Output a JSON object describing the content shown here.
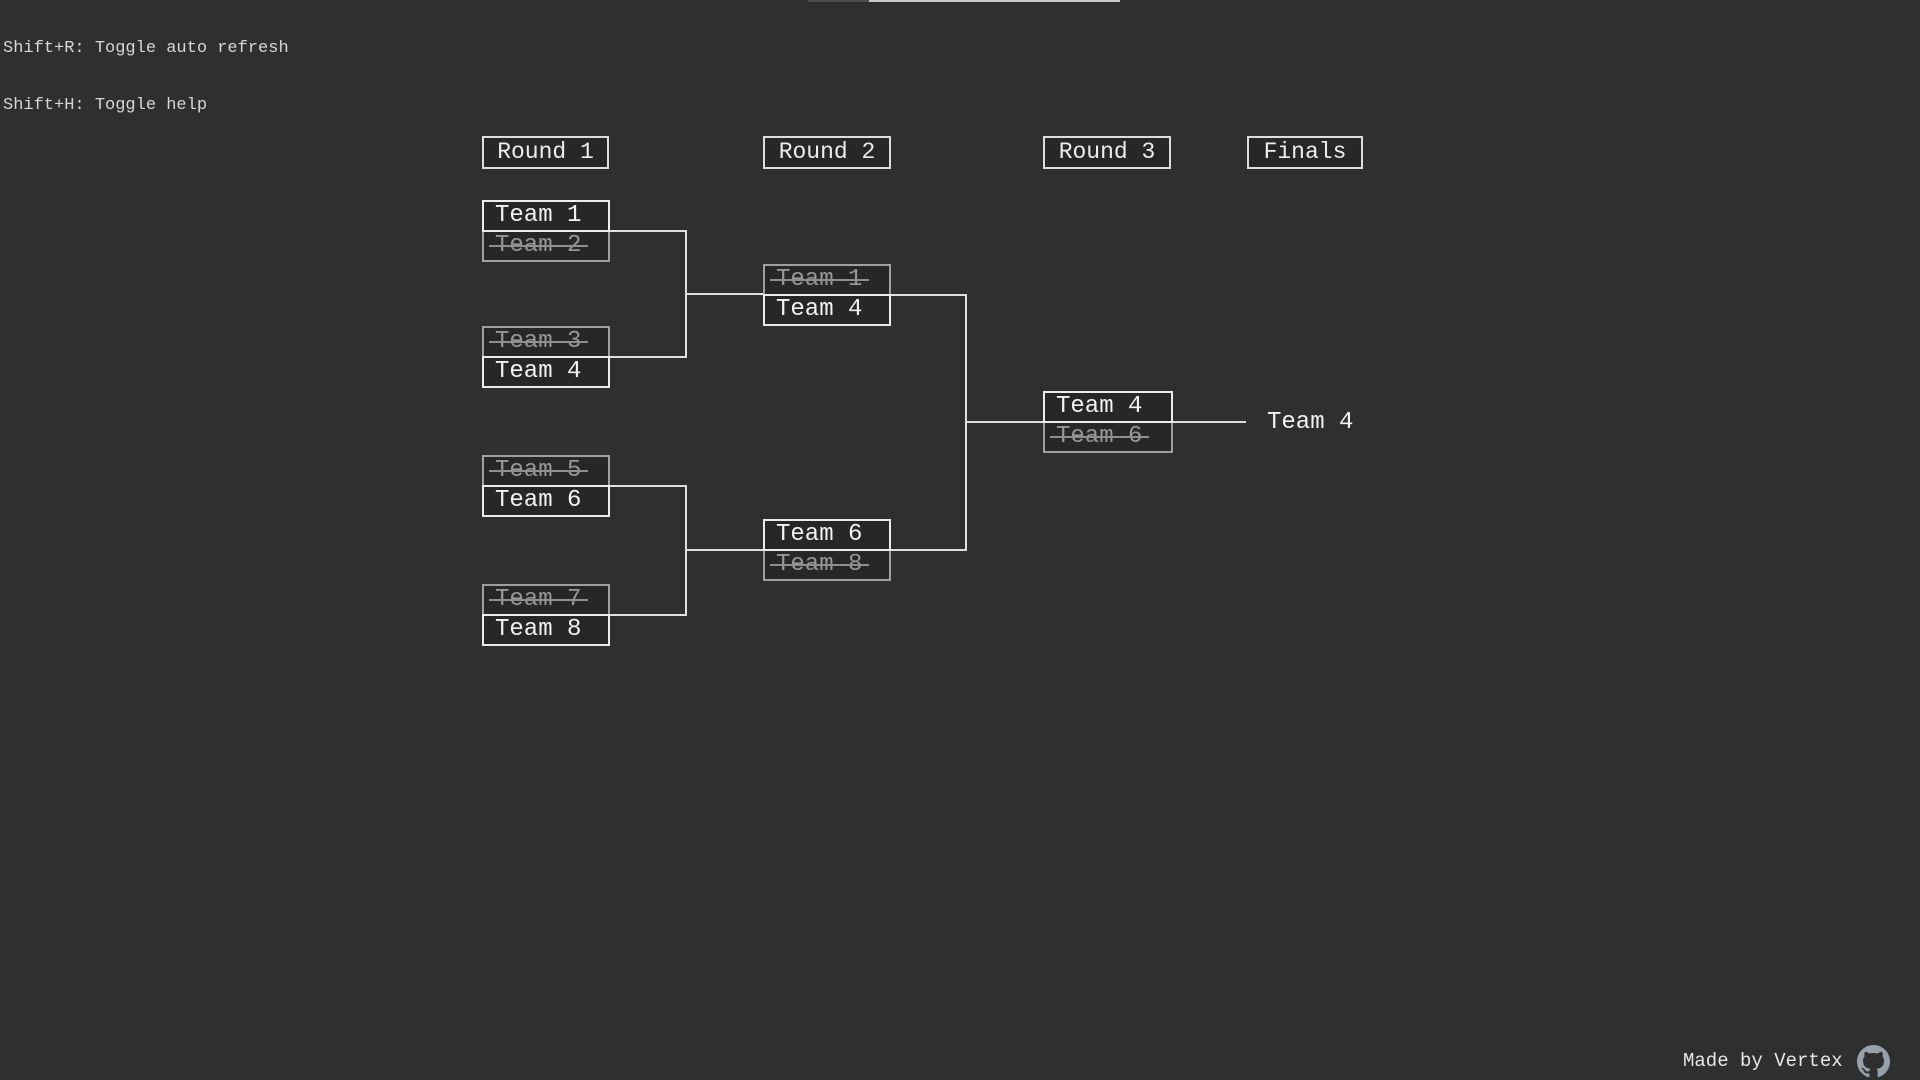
{
  "help": {
    "lines": [
      "Shift+R: Toggle auto refresh",
      "Shift+H: Toggle help"
    ]
  },
  "round_headers": [
    {
      "label": "Round 1"
    },
    {
      "label": "Round 2"
    },
    {
      "label": "Round 3"
    },
    {
      "label": "Finals"
    }
  ],
  "bracket": {
    "rounds": [
      {
        "name": "Round 1",
        "matches": [
          {
            "slots": [
              {
                "name": "Team 1",
                "result": "winner"
              },
              {
                "name": "Team 2",
                "result": "eliminated"
              }
            ]
          },
          {
            "slots": [
              {
                "name": "Team 3",
                "result": "eliminated"
              },
              {
                "name": "Team 4",
                "result": "winner"
              }
            ]
          },
          {
            "slots": [
              {
                "name": "Team 5",
                "result": "eliminated"
              },
              {
                "name": "Team 6",
                "result": "winner"
              }
            ]
          },
          {
            "slots": [
              {
                "name": "Team 7",
                "result": "eliminated"
              },
              {
                "name": "Team 8",
                "result": "winner"
              }
            ]
          }
        ]
      },
      {
        "name": "Round 2",
        "matches": [
          {
            "slots": [
              {
                "name": "Team 1",
                "result": "eliminated"
              },
              {
                "name": "Team 4",
                "result": "winner"
              }
            ]
          },
          {
            "slots": [
              {
                "name": "Team 6",
                "result": "winner"
              },
              {
                "name": "Team 8",
                "result": "eliminated"
              }
            ]
          }
        ]
      },
      {
        "name": "Round 3",
        "matches": [
          {
            "slots": [
              {
                "name": "Team 4",
                "result": "winner"
              },
              {
                "name": "Team 6",
                "result": "eliminated"
              }
            ]
          }
        ]
      }
    ],
    "champion": "Team 4"
  },
  "footer": {
    "credit": "Made by Vertex",
    "icon": "github-icon"
  },
  "colors": {
    "background": "#2f2f2f",
    "box_fill": "#272727",
    "winner_text": "#f2f2f2",
    "winner_border": "#ececec",
    "eliminated_text": "#979797",
    "eliminated_border": "#a0a0a0",
    "strikethrough": "#8f8f8f",
    "connector": "#e0e0e0",
    "header_border": "#dedede",
    "help_text": "#d6d6d6",
    "credit_text": "#e8e8e8",
    "github_icon": "#97a1ab",
    "top_edge_dark": "#4e4e4e",
    "top_edge_light": "#c6c6c6"
  }
}
